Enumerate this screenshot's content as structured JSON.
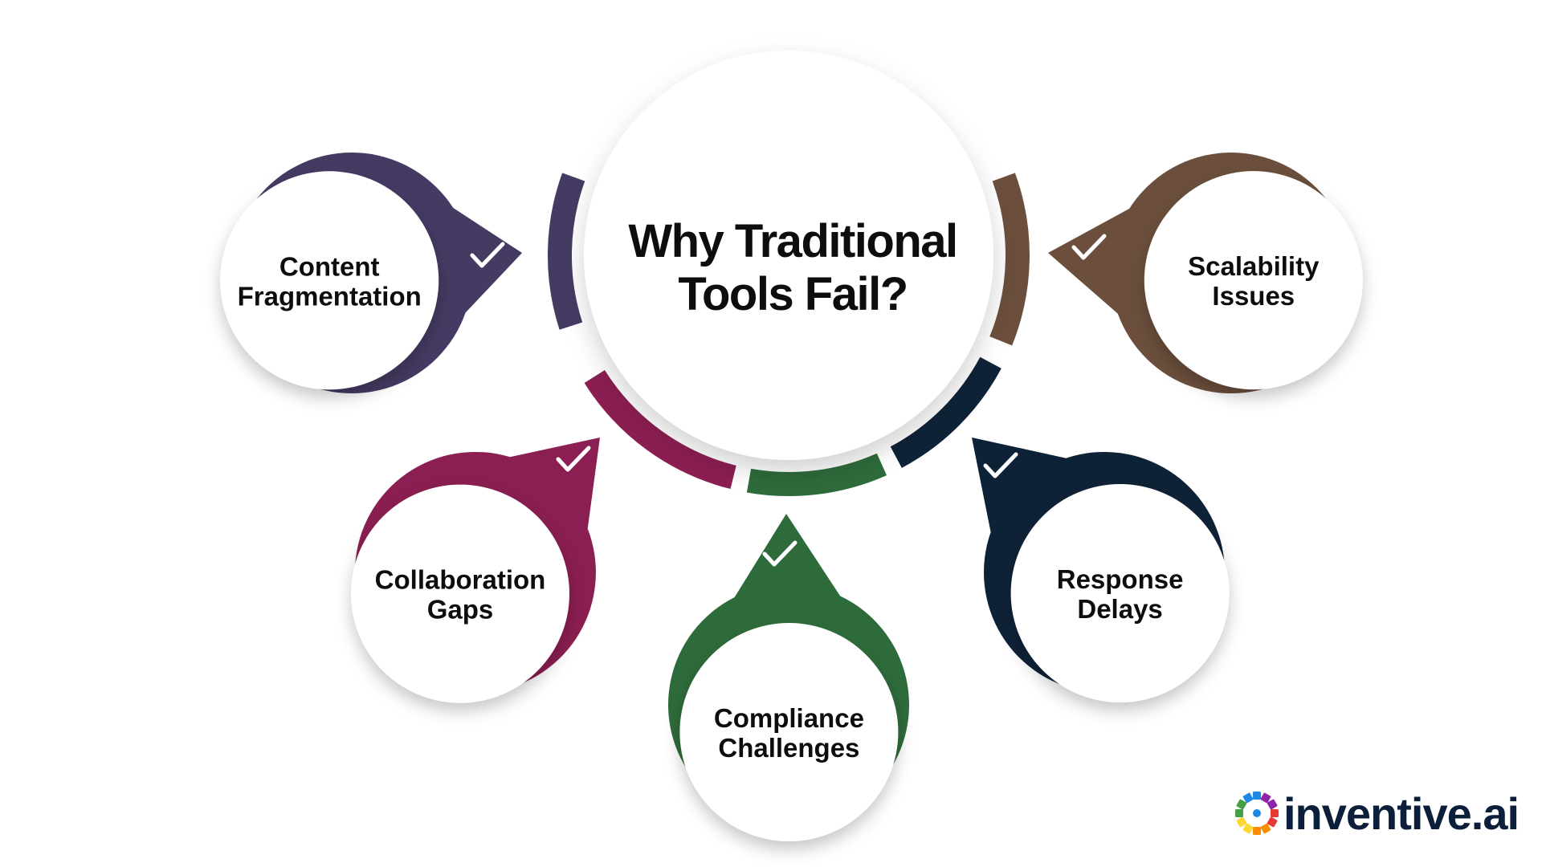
{
  "title": {
    "line1": "Why Traditional",
    "line2": "Tools Fail?"
  },
  "nodes": [
    {
      "id": "content-fragmentation",
      "line1": "Content",
      "line2": "Fragmentation",
      "color": "#453a62"
    },
    {
      "id": "scalability-issues",
      "line1": "Scalability",
      "line2": "Issues",
      "color": "#6b4f3c"
    },
    {
      "id": "collaboration-gaps",
      "line1": "Collaboration",
      "line2": "Gaps",
      "color": "#8b1e52"
    },
    {
      "id": "compliance-challenges",
      "line1": "Compliance",
      "line2": "Challenges",
      "color": "#2e6b3a"
    },
    {
      "id": "response-delays",
      "line1": "Response",
      "line2": "Delays",
      "color": "#0e2237"
    }
  ],
  "check_icon": "checkmark-icon",
  "logo": {
    "text": "inventive.ai",
    "icon": "pinwheel-logo-icon",
    "colors": [
      "#e53935",
      "#fb8c00",
      "#fdd835",
      "#43a047",
      "#1e88e5",
      "#8e24aa"
    ]
  }
}
